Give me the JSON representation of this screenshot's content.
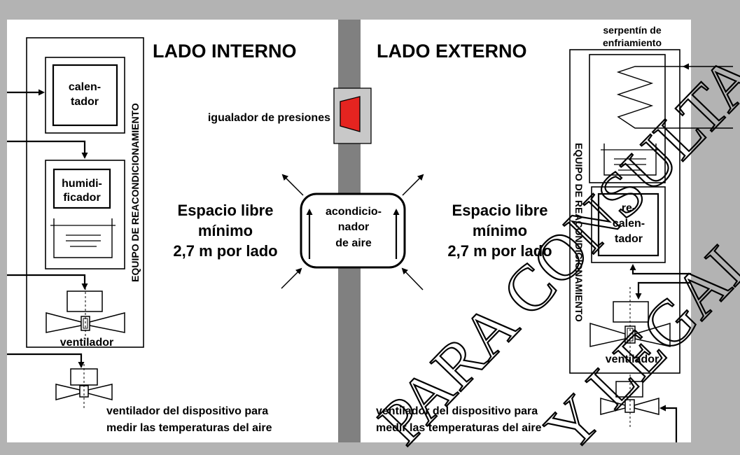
{
  "inside": {
    "side_title": "LADO INTERNO",
    "equipment_label": "EQUIPO DE REACONDICIONAMIENTO",
    "heater": [
      "calen-",
      "tador"
    ],
    "humidifier": [
      "humidi-",
      "ficador"
    ],
    "fan": "ventilador",
    "clearance": [
      "Espacio libre",
      "mínimo",
      "2,7 m por lado"
    ],
    "measuring_fan": [
      "ventilador del dispositivo para",
      "medir las temperaturas del aire"
    ]
  },
  "outside": {
    "side_title": "LADO EXTERNO",
    "cooling_coil": [
      "serpentín de",
      "enfriamiento"
    ],
    "equipment_label": "EQUIPO DE REACONDICIONAMIENTO",
    "reheater": [
      "re-",
      "calen-",
      "tador"
    ],
    "fan": "ventilador",
    "clearance": [
      "Espacio libre",
      "mínimo",
      "2,7 m por lado"
    ],
    "measuring_fan": [
      "ventilador del dispositivo para",
      "medir las temperaturas del aire"
    ]
  },
  "pressure_equalizer": "igualador de presiones",
  "air_conditioner": [
    "acondicio-",
    "nador",
    "de aire"
  ],
  "watermark": [
    "PARA CONSULTA",
    "Y LEGAL"
  ],
  "colors": {
    "frame": "#b3b3b3",
    "wall": "#808080",
    "equalizer_box": "#c8c8c8",
    "equalizer_damper": "#e52420"
  }
}
